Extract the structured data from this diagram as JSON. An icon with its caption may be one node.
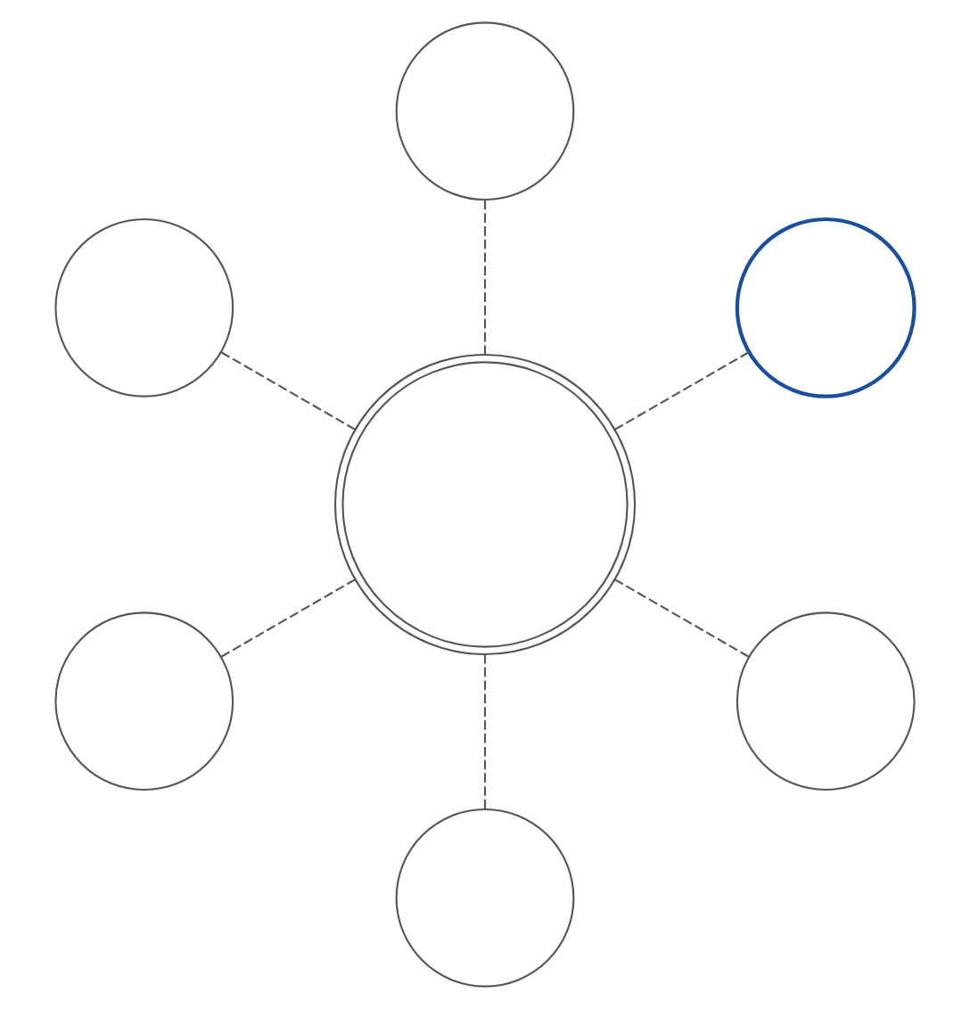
{
  "diagram": {
    "nodes": [
      {
        "text": [],
        "shape": "circle"
      },
      {
        "text": [],
        "shape": "circle"
      },
      {
        "text": [],
        "shape": "circle"
      },
      {
        "text": [],
        "shape": "circle"
      },
      {
        "text": [],
        "shape": "circle"
      },
      {
        "text": [],
        "shape": "circle"
      },
      {
        "text": [],
        "shape": "circle"
      }
    ],
    "edges": [
      {
        "from": 3,
        "to": 0,
        "arrow": "none",
        "style": "dashed"
      },
      {
        "from": 3,
        "to": 1,
        "arrow": "none",
        "style": "dashed"
      },
      {
        "from": 3,
        "to": 2,
        "arrow": "none",
        "style": "dashed"
      },
      {
        "from": 3,
        "to": 4,
        "arrow": "none",
        "style": "dashed"
      },
      {
        "from": 3,
        "to": 5,
        "arrow": "none",
        "style": "dashed"
      },
      {
        "from": 3,
        "to": 6,
        "arrow": "none",
        "style": "dashed"
      }
    ]
  }
}
